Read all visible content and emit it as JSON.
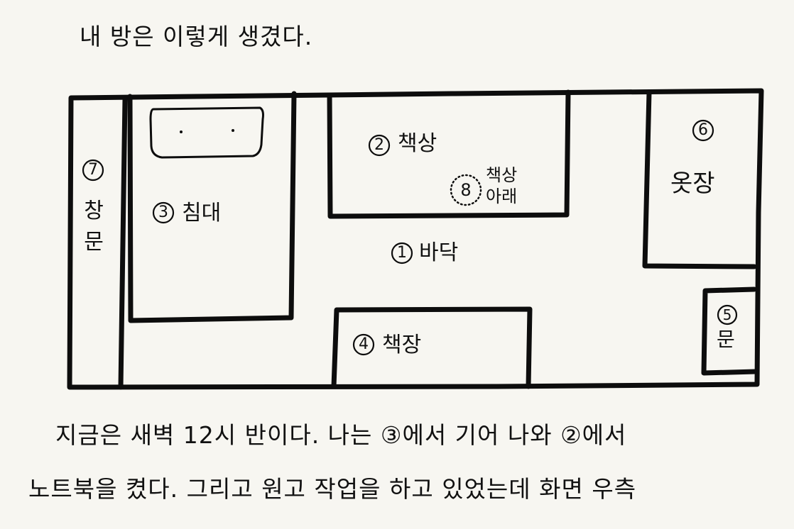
{
  "text": {
    "top_caption": "내 방은 이렇게 생겼다.",
    "bottom_line_1": "지금은 새벽 12시 반이다. 나는 ③에서 기어 나와 ②에서",
    "bottom_line_2": "노트북을 켰다. 그리고 원고 작업을 하고 있었는데 화면 우측"
  },
  "regions": [
    {
      "number": "1",
      "label": "바닥"
    },
    {
      "number": "2",
      "label": "책상"
    },
    {
      "number": "3",
      "label": "침대"
    },
    {
      "number": "4",
      "label": "책장"
    },
    {
      "number": "5",
      "label": "문"
    },
    {
      "number": "6",
      "label": "옷장"
    },
    {
      "number": "7",
      "label": "창문"
    },
    {
      "number": "8",
      "label_line_1": "책상",
      "label_line_2": "아래"
    }
  ],
  "colors": {
    "ink": "#0d0d0d",
    "paper": "#f7f6f1"
  }
}
